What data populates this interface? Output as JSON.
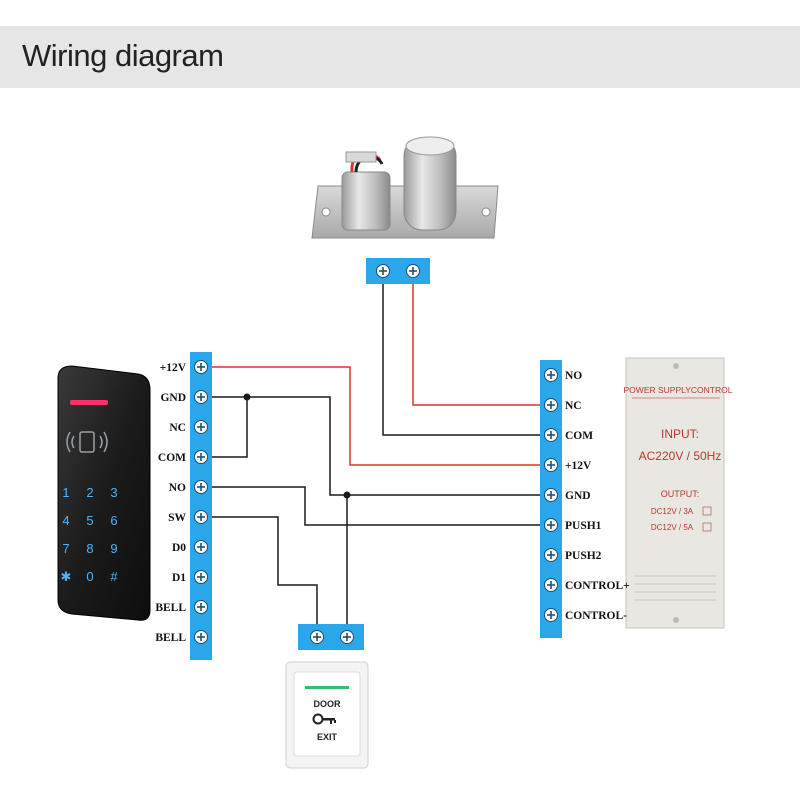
{
  "header": {
    "title": "Wiring diagram"
  },
  "reader_terminals": [
    "+12V",
    "GND",
    "NC",
    "COM",
    "NO",
    "SW",
    "D0",
    "D1",
    "BELL",
    "BELL"
  ],
  "psu_terminals": [
    "NO",
    "NC",
    "COM",
    "+12V",
    "GND",
    "PUSH1",
    "PUSH2",
    "CONTROL+",
    "CONTROL-"
  ],
  "power_supply": {
    "title": "POWER SUPPLYCONTROL",
    "input_label": "INPUT:",
    "input_value": "AC220V / 50Hz",
    "output_label": "OUTPUT:",
    "output_1": "DC12V / 3A",
    "output_2": "DC12V / 5A"
  },
  "exit_button": {
    "line1": "DOOR",
    "line2": "EXIT"
  },
  "colors": {
    "terminal_blue": "#2aa7e8",
    "wire_red": "#e0302e",
    "wire_black": "#1a1a1a"
  }
}
